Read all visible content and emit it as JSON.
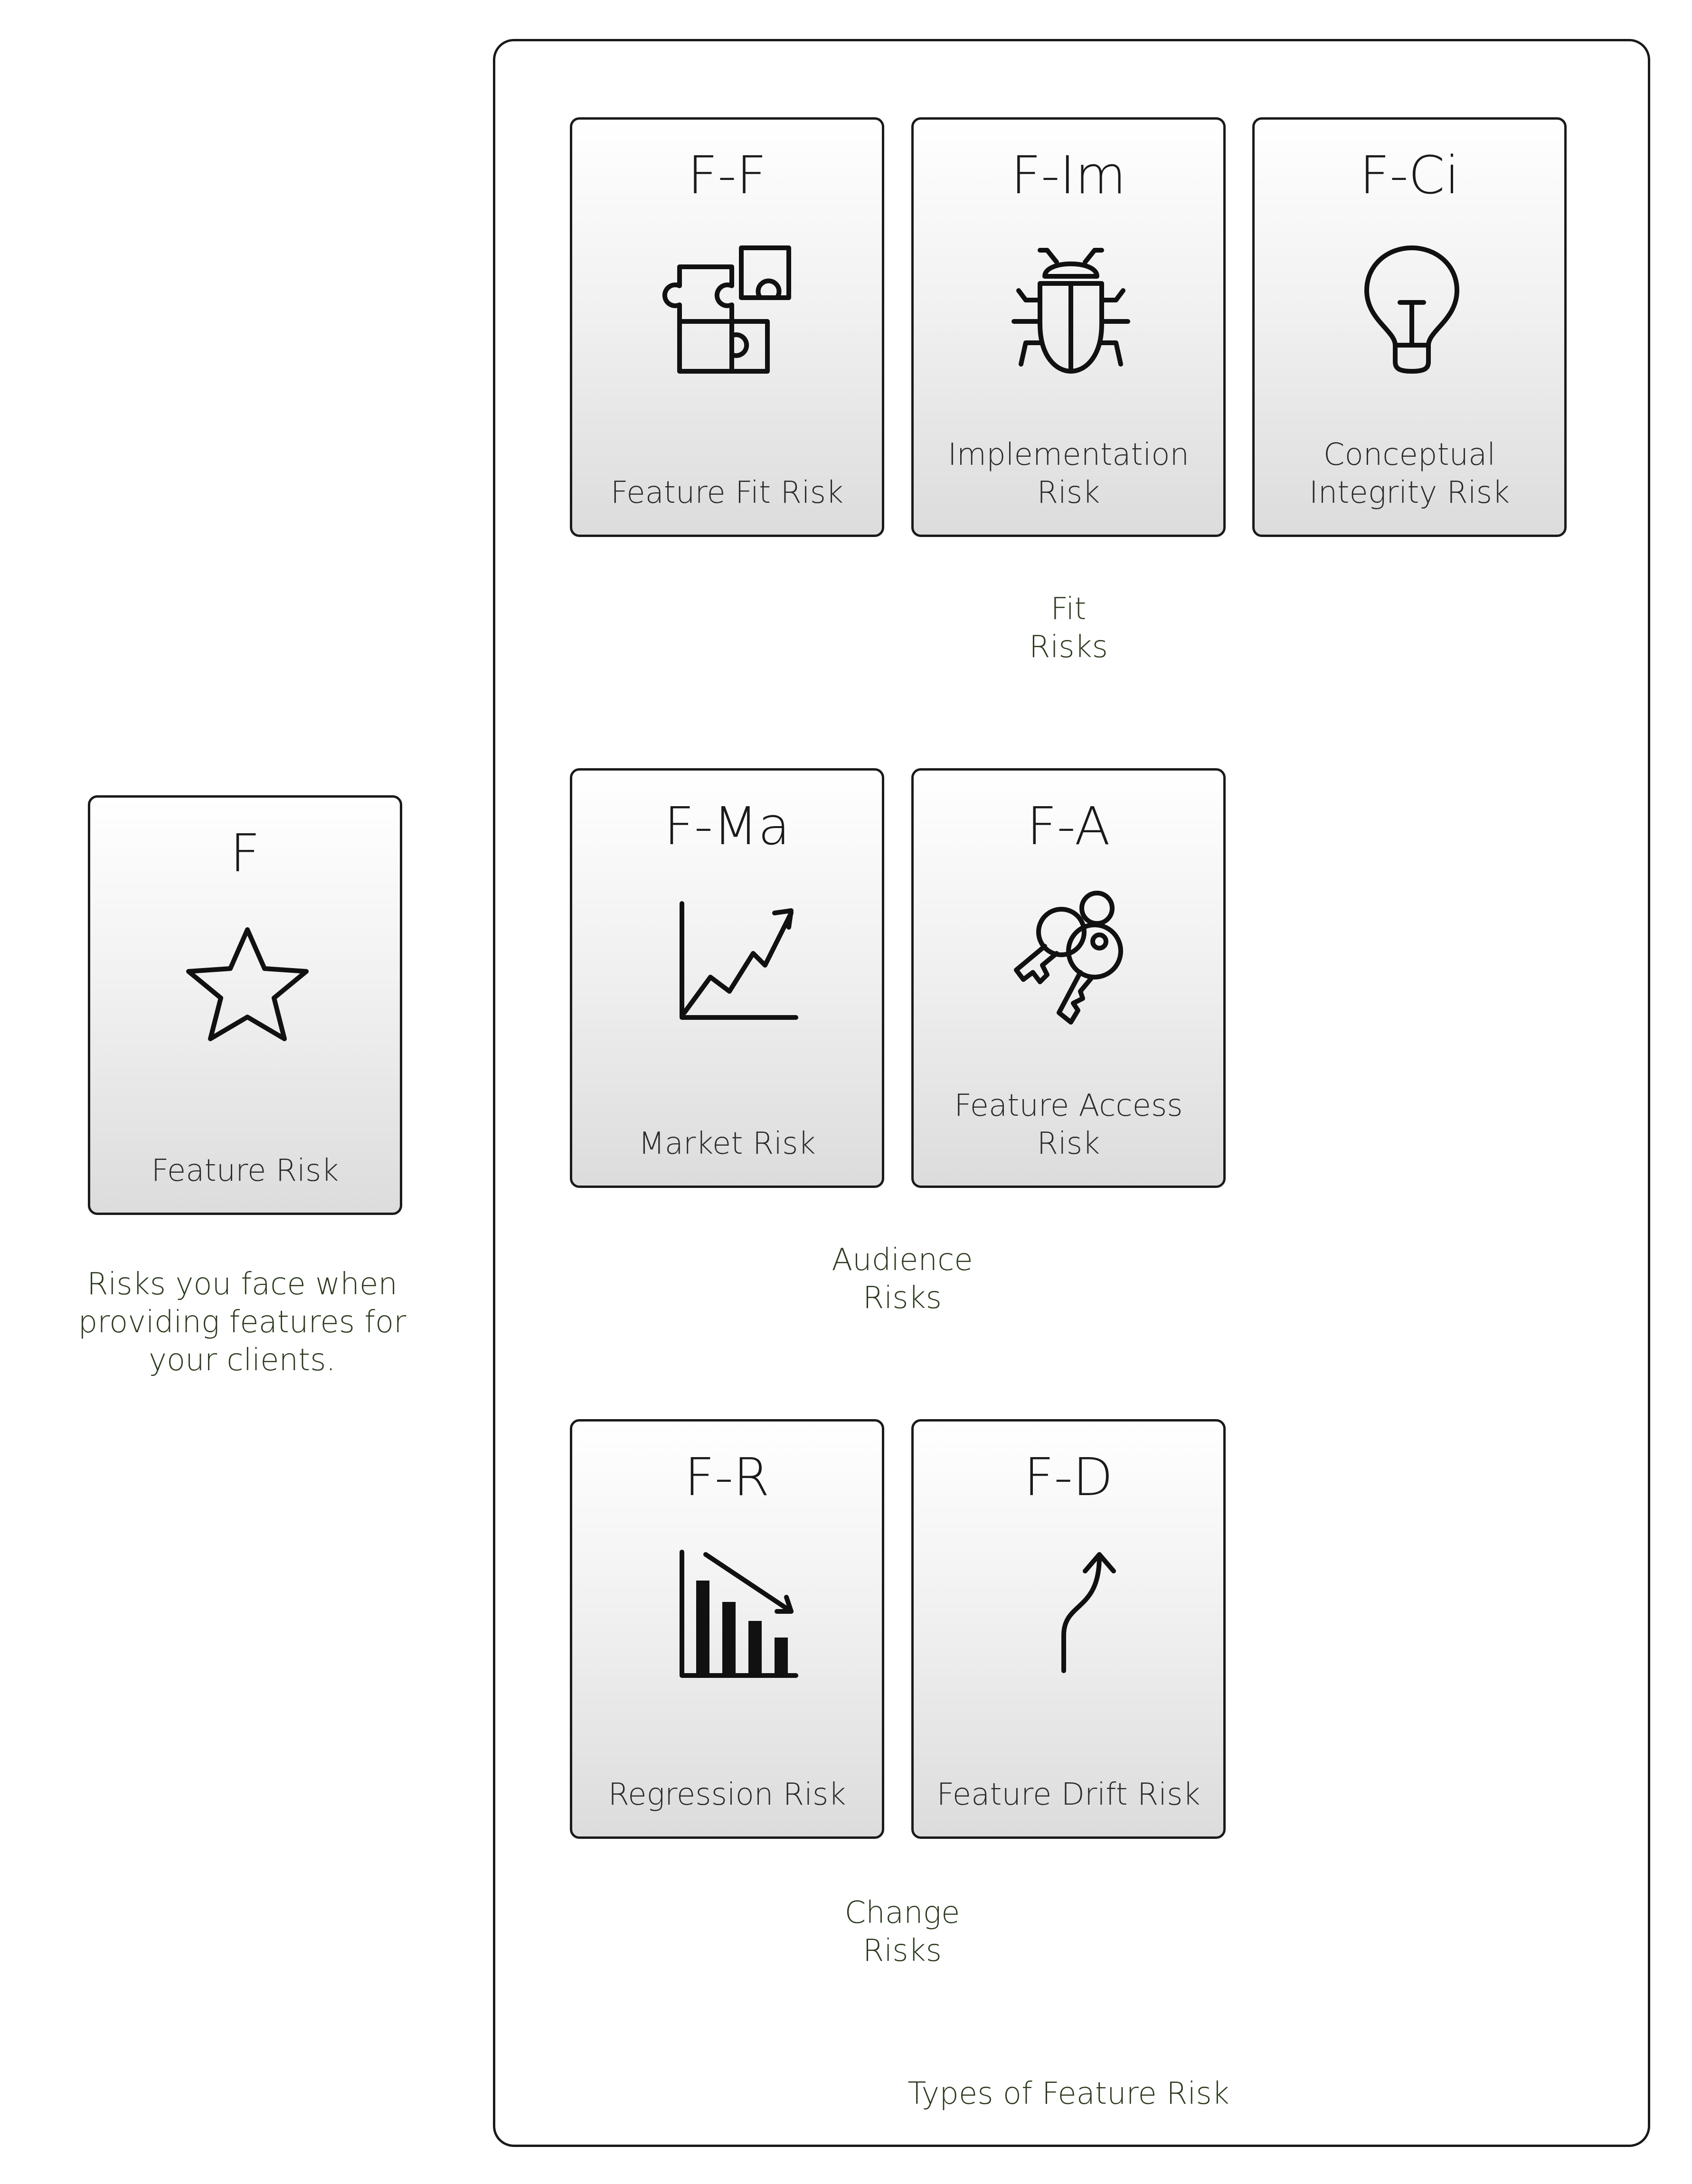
{
  "main": {
    "code": "F",
    "label": "Feature Risk",
    "icon": "star-icon",
    "description": "Risks you face when\nproviding features for\nyour clients."
  },
  "container": {
    "title": "Types of Feature Risk"
  },
  "groups": [
    {
      "label": "Fit\nRisks",
      "cards": [
        {
          "code": "F-F",
          "label": "Feature Fit Risk",
          "icon": "puzzle-icon"
        },
        {
          "code": "F-Im",
          "label": "Implementation\nRisk",
          "icon": "bug-icon"
        },
        {
          "code": "F-Ci",
          "label": "Conceptual\nIntegrity Risk",
          "icon": "lightbulb-icon"
        }
      ]
    },
    {
      "label": "Audience\nRisks",
      "cards": [
        {
          "code": "F-Ma",
          "label": "Market Risk",
          "icon": "line-chart-up-icon"
        },
        {
          "code": "F-A",
          "label": "Feature Access\nRisk",
          "icon": "keys-icon"
        }
      ]
    },
    {
      "label": "Change\nRisks",
      "cards": [
        {
          "code": "F-R",
          "label": "Regression Risk",
          "icon": "bar-chart-down-icon"
        },
        {
          "code": "F-D",
          "label": "Feature Drift Risk",
          "icon": "curved-arrow-up-icon"
        }
      ]
    }
  ]
}
